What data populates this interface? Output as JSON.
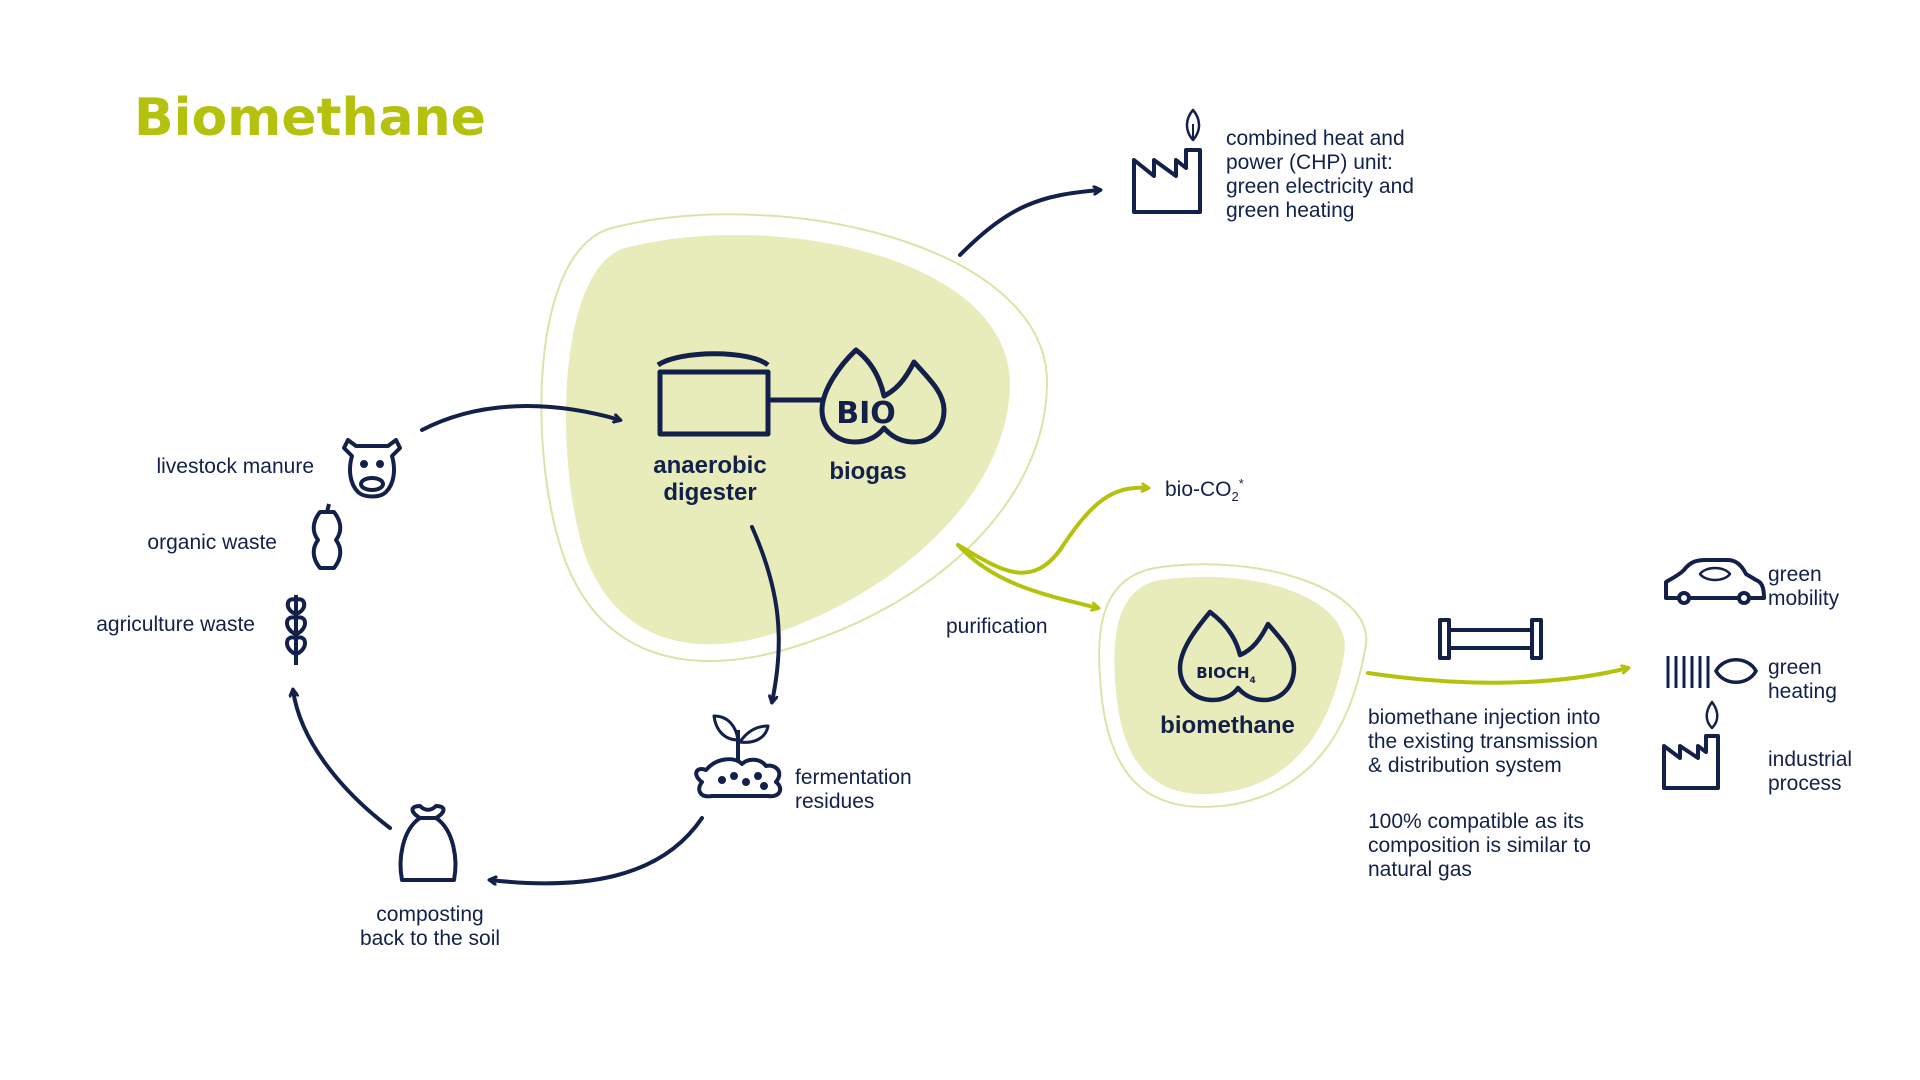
{
  "title": "Biomethane",
  "colors": {
    "accent": "#b5c20d",
    "navy": "#13204a",
    "blob": "#e8ebba",
    "blob_outline": "#dde3a6"
  },
  "inputs": {
    "livestock_manure": "livestock manure",
    "organic_waste": "organic  waste",
    "agriculture_waste": "agriculture waste"
  },
  "digester": {
    "label_line1": "anaerobic",
    "label_line2": "digester",
    "icon": "digester-tank-icon"
  },
  "biogas": {
    "label": "biogas",
    "drop_text": "BIO",
    "icon": "gas-drop-icon"
  },
  "chp": {
    "lines": [
      "combined heat and",
      "power (CHP) unit:",
      "green electricity and",
      "green heating"
    ],
    "icon": "factory-leaf-icon"
  },
  "bio_co2": {
    "prefix": "bio-CO",
    "subscript": "2",
    "suffix": "*"
  },
  "purification": "purification",
  "biomethane": {
    "label": "biomethane",
    "drop_text": "BIOCH",
    "drop_subscript": "4",
    "icon": "gas-drop-icon"
  },
  "fermentation": {
    "lines": [
      "fermentation",
      "residues"
    ],
    "icon": "sprout-soil-icon"
  },
  "composting": {
    "lines": [
      "composting",
      "back to the soil"
    ],
    "icon": "sack-icon"
  },
  "injection": {
    "lines": [
      "biomethane injection into",
      "the existing transmission",
      "& distribution system"
    ],
    "icon": "pipe-icon"
  },
  "compatible": {
    "lines": [
      "100% compatible as its",
      "composition is similar to",
      "natural gas"
    ]
  },
  "uses": [
    {
      "lines": [
        "green",
        "mobility"
      ],
      "icon": "car-leaf-icon"
    },
    {
      "lines": [
        "green",
        "heating"
      ],
      "icon": "radiator-leaf-icon"
    },
    {
      "lines": [
        "industrial",
        "process"
      ],
      "icon": "factory-leaf-icon"
    }
  ]
}
